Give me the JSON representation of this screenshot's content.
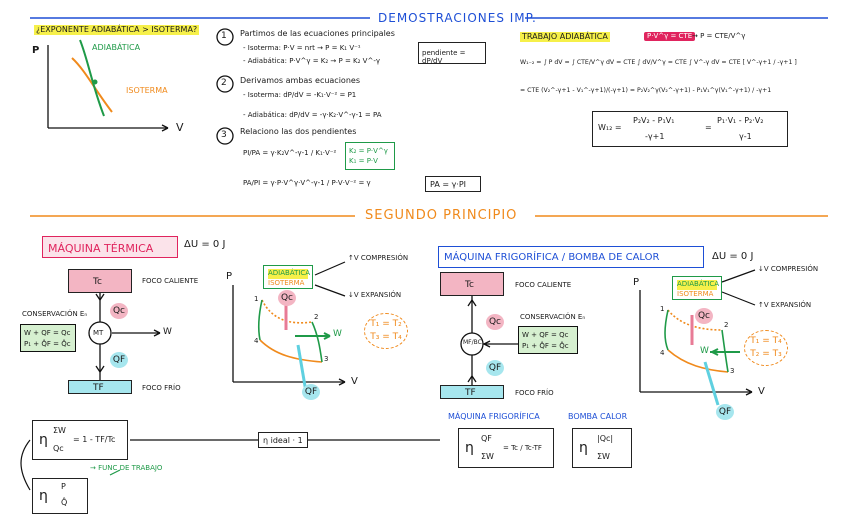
{
  "titles": {
    "demostraciones": "DEMOSTRACIONES IMP.",
    "segundo_principio": "SEGUNDO PRINCIPIO"
  },
  "top_left": {
    "question": "¿EXPONENTE ADIABÁTICA > ISOTERMA?",
    "p_axis": "P",
    "v_axis": "V",
    "adiabatica": "ADIABÁTICA",
    "isoterma": "ISOTERMA"
  },
  "steps": {
    "n1": "1",
    "n2": "2",
    "n3": "3",
    "s1_title": "Partimos de las ecuaciones principales",
    "s1_iso": "- Isoterma: P·V = nrt → P = K₁ V⁻¹",
    "s1_adi": "- Adiabática: P·V^γ = K₂ → P = K₂ V^-γ",
    "s1_box": "pendiente = dP/dV",
    "s2_title": "Derivamos ambas ecuaciones",
    "s2_iso": "- Isoterma: dP/dV = -K₁·V⁻² = P1",
    "s2_adi": "- Adiabática: dP/dV = -γ·K₂·V^-γ-1 = PA",
    "s3_title": "Relaciono las dos pendientes",
    "s3_ratio1": "PI/PA = γ·K₂V^-γ-1 / K₁·V⁻²",
    "s3_box": "K₂ = P·V^γ\nK₁ = P·V",
    "s3_ratio2": "PA/PI = γ·P·V^γ·V^-γ-1 / P·V·V⁻² = γ",
    "s3_result": "PA = γ·PI"
  },
  "trabajo": {
    "title": "TRABAJO ADIABÁTICA",
    "pill": "P·V^γ = CTE",
    "arrow": "→ P = CTE/V^γ",
    "line1": "W₁₋₂ = ∫ P dV = ∫ CTE/V^γ dV = CTE ∫ dV/V^γ = CTE ∫ V^-γ dV = CTE [ V^-γ+1 / -γ+1 ]",
    "line2": "= CTE (V₂^-γ+1 - V₁^-γ+1)/(-γ+1) = P₂V₂^γ(V₂^-γ+1) - P₁V₁^γ(V₁^-γ+1) / -γ+1",
    "boxed_lhs": "W₁₂ =",
    "boxed_num1": "P₂V₂ - P₁V₁",
    "boxed_den1": "-γ+1",
    "boxed_eq": "=",
    "boxed_num2": "P₁·V₁ - P₂·V₂",
    "boxed_den2": "γ-1"
  },
  "maquina_termica": {
    "title": "MÁQUINA TÉRMICA",
    "du": "ΔU = 0 J",
    "tc": "Tc",
    "tf": "TF",
    "foco_caliente": "FOCO CALIENTE",
    "foco_frio": "FOCO FRÍO",
    "mt": "MT",
    "qc": "Qc",
    "qf": "QF",
    "w": "W",
    "conservacion": "CONSERVACIÓN Eₙ",
    "eq1": "W + QF = Qc",
    "eq2": "P₁ + Q̊F = Q̊c",
    "legend_a": "ADIABÁTICA",
    "legend_i": "ISOTERMA",
    "compresion": "↑V COMPRESIÓN",
    "expansion": "↓V EXPANSIÓN",
    "cloud": "T₁ = T₂\nT₃ = T₄",
    "p_axis": "P",
    "v_axis": "V",
    "n1": "1",
    "n2": "2",
    "n3": "3",
    "n4": "4"
  },
  "maquina_frigorifica": {
    "title": "MÁQUINA FRIGORÍFICA / BOMBA DE CALOR",
    "du": "ΔU = 0 J",
    "tc": "Tc",
    "tf": "TF",
    "foco_caliente": "FOCO CALIENTE",
    "foco_frio": "FOCO FRÍO",
    "mf": "MF/BC",
    "qc": "Qc",
    "qf": "QF",
    "w": "W",
    "conservacion": "CONSERVACIÓN Eₙ",
    "eq1": "W + QF = Qc",
    "eq2": "P₁ + Q̊F = Q̊c",
    "legend_a": "ADIABÁTICA",
    "legend_i": "ISOTERMA",
    "compresion": "↓V COMPRESIÓN",
    "expansion": "↑V EXPANSIÓN",
    "cloud": "T₁ = T₄\nT₂ = T₃",
    "p_axis": "P",
    "v_axis": "V",
    "n1": "1",
    "n2": "2",
    "n3": "3",
    "n4": "4"
  },
  "bottom": {
    "eta_left_num": "ΣW",
    "eta_left_den": "Qc",
    "eta_left_rest": "= 1 - TF/Tc",
    "eta_ideal": "η ideal · 1",
    "power_note": "→ FUNC DE TRABAJO",
    "eta_power_num": "P",
    "eta_power_den": "Q̊",
    "mf_label": "MÁQUINA FRIGORÍFICA",
    "bc_label": "BOMBA CALOR",
    "mf_num": "QF",
    "mf_den": "ΣW",
    "mf_rest": "= Tc / Tc-TF",
    "bc_num": "|Qc|",
    "bc_den": "ΣW",
    "eta": "η"
  },
  "colors": {
    "blue": "#1e4fd6",
    "orange": "#f08a1c",
    "green": "#1f9a48",
    "pink": "#e87b96",
    "red": "#e0245e",
    "cyan": "#5fd0e0",
    "yellow": "#f6f04a"
  }
}
